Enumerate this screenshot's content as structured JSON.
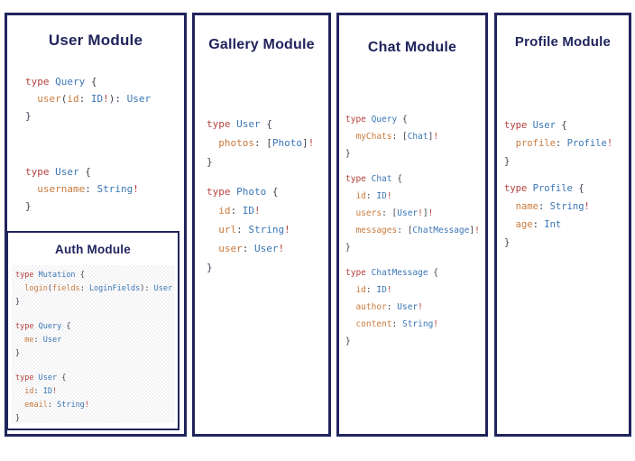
{
  "colors": {
    "navy": "#20245c",
    "keyword": "#b5423e",
    "type_name": "#3a76b5",
    "field": "#c97b3d",
    "punct": "#3f4450",
    "bang": "#b5423e",
    "checker": "#f2f2f4"
  },
  "modules": [
    {
      "id": "user",
      "title": "User Module",
      "code_blocks": [
        [
          [
            [
              "kw",
              "type"
            ],
            [
              "pl",
              " "
            ],
            [
              "ty",
              "Query"
            ],
            [
              "pl",
              " "
            ],
            [
              "pu",
              "{"
            ]
          ],
          [
            [
              "pl",
              "  "
            ],
            [
              "fi",
              "user"
            ],
            [
              "pu",
              "("
            ],
            [
              "fi",
              "id"
            ],
            [
              "pu",
              ":"
            ],
            [
              "pl",
              " "
            ],
            [
              "ty",
              "ID"
            ],
            [
              "bg",
              "!"
            ],
            [
              "pu",
              "):"
            ],
            [
              "pl",
              " "
            ],
            [
              "ty",
              "User"
            ]
          ],
          [
            [
              "pu",
              "}"
            ]
          ]
        ],
        [
          [
            [
              "kw",
              "type"
            ],
            [
              "pl",
              " "
            ],
            [
              "ty",
              "User"
            ],
            [
              "pl",
              " "
            ],
            [
              "pu",
              "{"
            ]
          ],
          [
            [
              "pl",
              "  "
            ],
            [
              "fi",
              "username"
            ],
            [
              "pu",
              ":"
            ],
            [
              "pl",
              " "
            ],
            [
              "ty",
              "String"
            ],
            [
              "bg",
              "!"
            ]
          ],
          [
            [
              "pu",
              "}"
            ]
          ]
        ]
      ],
      "submodule": {
        "id": "auth",
        "title": "Auth Module",
        "code_blocks": [
          [
            [
              [
                "kw",
                "type"
              ],
              [
                "pl",
                " "
              ],
              [
                "ty",
                "Mutation"
              ],
              [
                "pl",
                " "
              ],
              [
                "pu",
                "{"
              ]
            ],
            [
              [
                "pl",
                "  "
              ],
              [
                "fi",
                "login"
              ],
              [
                "pu",
                "("
              ],
              [
                "fi",
                "fields"
              ],
              [
                "pu",
                ":"
              ],
              [
                "pl",
                " "
              ],
              [
                "ty",
                "LoginFields"
              ],
              [
                "pu",
                "):"
              ],
              [
                "pl",
                " "
              ],
              [
                "ty",
                "User"
              ]
            ],
            [
              [
                "pu",
                "}"
              ]
            ]
          ],
          [
            [
              [
                "kw",
                "type"
              ],
              [
                "pl",
                " "
              ],
              [
                "ty",
                "Query"
              ],
              [
                "pl",
                " "
              ],
              [
                "pu",
                "{"
              ]
            ],
            [
              [
                "pl",
                "  "
              ],
              [
                "fi",
                "me"
              ],
              [
                "pu",
                ":"
              ],
              [
                "pl",
                " "
              ],
              [
                "ty",
                "User"
              ]
            ],
            [
              [
                "pu",
                "}"
              ]
            ]
          ],
          [
            [
              [
                "kw",
                "type"
              ],
              [
                "pl",
                " "
              ],
              [
                "ty",
                "User"
              ],
              [
                "pl",
                " "
              ],
              [
                "pu",
                "{"
              ]
            ],
            [
              [
                "pl",
                "  "
              ],
              [
                "fi",
                "id"
              ],
              [
                "pu",
                ":"
              ],
              [
                "pl",
                " "
              ],
              [
                "ty",
                "ID"
              ],
              [
                "bg",
                "!"
              ]
            ],
            [
              [
                "pl",
                "  "
              ],
              [
                "fi",
                "email"
              ],
              [
                "pu",
                ":"
              ],
              [
                "pl",
                " "
              ],
              [
                "ty",
                "String"
              ],
              [
                "bg",
                "!"
              ]
            ],
            [
              [
                "pu",
                "}"
              ]
            ]
          ]
        ]
      }
    },
    {
      "id": "gallery",
      "title": "Gallery Module",
      "code_blocks": [
        [
          [
            [
              "kw",
              "type"
            ],
            [
              "pl",
              " "
            ],
            [
              "ty",
              "User"
            ],
            [
              "pl",
              " "
            ],
            [
              "pu",
              "{"
            ]
          ],
          [
            [
              "pl",
              "  "
            ],
            [
              "fi",
              "photos"
            ],
            [
              "pu",
              ":"
            ],
            [
              "pl",
              " "
            ],
            [
              "pu",
              "["
            ],
            [
              "ty",
              "Photo"
            ],
            [
              "pu",
              "]"
            ],
            [
              "bg",
              "!"
            ]
          ],
          [
            [
              "pu",
              "}"
            ]
          ]
        ],
        [
          [
            [
              "kw",
              "type"
            ],
            [
              "pl",
              " "
            ],
            [
              "ty",
              "Photo"
            ],
            [
              "pl",
              " "
            ],
            [
              "pu",
              "{"
            ]
          ],
          [
            [
              "pl",
              "  "
            ],
            [
              "fi",
              "id"
            ],
            [
              "pu",
              ":"
            ],
            [
              "pl",
              " "
            ],
            [
              "ty",
              "ID"
            ],
            [
              "bg",
              "!"
            ]
          ],
          [
            [
              "pl",
              "  "
            ],
            [
              "fi",
              "url"
            ],
            [
              "pu",
              ":"
            ],
            [
              "pl",
              " "
            ],
            [
              "ty",
              "String"
            ],
            [
              "bg",
              "!"
            ]
          ],
          [
            [
              "pl",
              "  "
            ],
            [
              "fi",
              "user"
            ],
            [
              "pu",
              ":"
            ],
            [
              "pl",
              " "
            ],
            [
              "ty",
              "User"
            ],
            [
              "bg",
              "!"
            ]
          ],
          [
            [
              "pu",
              "}"
            ]
          ]
        ]
      ]
    },
    {
      "id": "chat",
      "title": "Chat Module",
      "code_blocks": [
        [
          [
            [
              "kw",
              "type"
            ],
            [
              "pl",
              " "
            ],
            [
              "ty",
              "Query"
            ],
            [
              "pl",
              " "
            ],
            [
              "pu",
              "{"
            ]
          ],
          [
            [
              "pl",
              "  "
            ],
            [
              "fi",
              "myChats"
            ],
            [
              "pu",
              ":"
            ],
            [
              "pl",
              " "
            ],
            [
              "pu",
              "["
            ],
            [
              "ty",
              "Chat"
            ],
            [
              "pu",
              "]"
            ],
            [
              "bg",
              "!"
            ]
          ],
          [
            [
              "pu",
              "}"
            ]
          ]
        ],
        [
          [
            [
              "kw",
              "type"
            ],
            [
              "pl",
              " "
            ],
            [
              "ty",
              "Chat"
            ],
            [
              "pl",
              " "
            ],
            [
              "pu",
              "{"
            ]
          ],
          [
            [
              "pl",
              "  "
            ],
            [
              "fi",
              "id"
            ],
            [
              "pu",
              ":"
            ],
            [
              "pl",
              " "
            ],
            [
              "ty",
              "ID"
            ],
            [
              "bg",
              "!"
            ]
          ],
          [
            [
              "pl",
              "  "
            ],
            [
              "fi",
              "users"
            ],
            [
              "pu",
              ":"
            ],
            [
              "pl",
              " "
            ],
            [
              "pu",
              "["
            ],
            [
              "ty",
              "User"
            ],
            [
              "bg",
              "!"
            ],
            [
              "pu",
              "]"
            ],
            [
              "bg",
              "!"
            ]
          ],
          [
            [
              "pl",
              "  "
            ],
            [
              "fi",
              "messages"
            ],
            [
              "pu",
              ":"
            ],
            [
              "pl",
              " "
            ],
            [
              "pu",
              "["
            ],
            [
              "ty",
              "ChatMessage"
            ],
            [
              "pu",
              "]"
            ],
            [
              "bg",
              "!"
            ]
          ],
          [
            [
              "pu",
              "}"
            ]
          ]
        ],
        [
          [
            [
              "kw",
              "type"
            ],
            [
              "pl",
              " "
            ],
            [
              "ty",
              "ChatMessage"
            ],
            [
              "pl",
              " "
            ],
            [
              "pu",
              "{"
            ]
          ],
          [
            [
              "pl",
              "  "
            ],
            [
              "fi",
              "id"
            ],
            [
              "pu",
              ":"
            ],
            [
              "pl",
              " "
            ],
            [
              "ty",
              "ID"
            ],
            [
              "bg",
              "!"
            ]
          ],
          [
            [
              "pl",
              "  "
            ],
            [
              "fi",
              "author"
            ],
            [
              "pu",
              ":"
            ],
            [
              "pl",
              " "
            ],
            [
              "ty",
              "User"
            ],
            [
              "bg",
              "!"
            ]
          ],
          [
            [
              "pl",
              "  "
            ],
            [
              "fi",
              "content"
            ],
            [
              "pu",
              ":"
            ],
            [
              "pl",
              " "
            ],
            [
              "ty",
              "String"
            ],
            [
              "bg",
              "!"
            ]
          ],
          [
            [
              "pu",
              "}"
            ]
          ]
        ]
      ]
    },
    {
      "id": "profile",
      "title": "Profile Module",
      "code_blocks": [
        [
          [
            [
              "kw",
              "type"
            ],
            [
              "pl",
              " "
            ],
            [
              "ty",
              "User"
            ],
            [
              "pl",
              " "
            ],
            [
              "pu",
              "{"
            ]
          ],
          [
            [
              "pl",
              "  "
            ],
            [
              "fi",
              "profile"
            ],
            [
              "pu",
              ":"
            ],
            [
              "pl",
              " "
            ],
            [
              "ty",
              "Profile"
            ],
            [
              "bg",
              "!"
            ]
          ],
          [
            [
              "pu",
              "}"
            ]
          ]
        ],
        [
          [
            [
              "kw",
              "type"
            ],
            [
              "pl",
              " "
            ],
            [
              "ty",
              "Profile"
            ],
            [
              "pl",
              " "
            ],
            [
              "pu",
              "{"
            ]
          ],
          [
            [
              "pl",
              "  "
            ],
            [
              "fi",
              "name"
            ],
            [
              "pu",
              ":"
            ],
            [
              "pl",
              " "
            ],
            [
              "ty",
              "String"
            ],
            [
              "bg",
              "!"
            ]
          ],
          [
            [
              "pl",
              "  "
            ],
            [
              "fi",
              "age"
            ],
            [
              "pu",
              ":"
            ],
            [
              "pl",
              " "
            ],
            [
              "ty",
              "Int"
            ]
          ],
          [
            [
              "pu",
              "}"
            ]
          ]
        ]
      ]
    }
  ]
}
